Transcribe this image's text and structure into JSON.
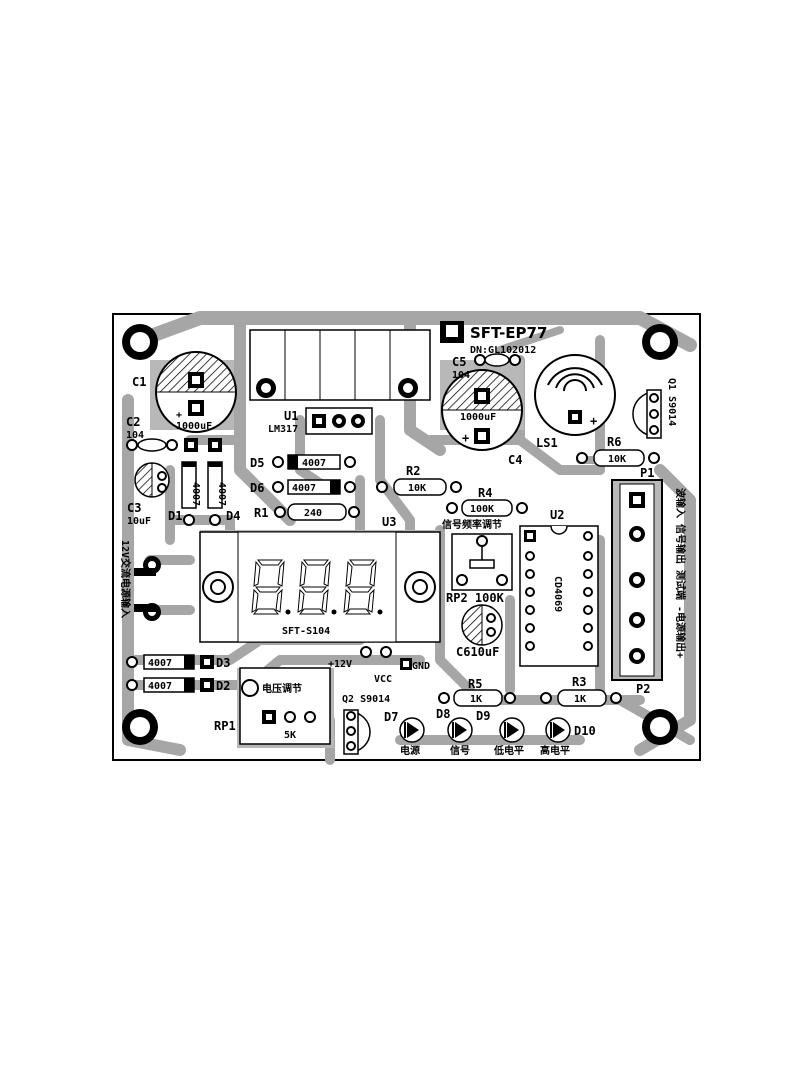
{
  "title": {
    "model": "SFT-EP77",
    "dn": "DN:GL102012"
  },
  "components": {
    "c1": {
      "ref": "C1",
      "value": "1000uF"
    },
    "c2": {
      "ref": "C2",
      "value": "104"
    },
    "c3": {
      "ref": "C3",
      "value": "10uF"
    },
    "c4": {
      "ref": "C4",
      "value": "1000uF"
    },
    "c5": {
      "ref": "C5",
      "value": "104"
    },
    "c6": {
      "ref": "C6",
      "value": "10uF"
    },
    "u1": {
      "ref": "U1",
      "value": "LM317"
    },
    "u2": {
      "ref": "U2",
      "value": "CD4069"
    },
    "u3": {
      "ref": "U3",
      "value": "SFT-S104"
    },
    "d1": {
      "ref": "D1",
      "value": "4007"
    },
    "d2": {
      "ref": "D2",
      "value": "4007"
    },
    "d3": {
      "ref": "D3",
      "value": "4007"
    },
    "d4": {
      "ref": "D4",
      "value": "4007"
    },
    "d5": {
      "ref": "D5",
      "value": "4007"
    },
    "d6": {
      "ref": "D6",
      "value": "4007"
    },
    "d7": {
      "ref": "D7",
      "label": "电源"
    },
    "d8": {
      "ref": "D8",
      "label": "信号"
    },
    "d9": {
      "ref": "D9",
      "label": "低电平"
    },
    "d10": {
      "ref": "D10",
      "label": "高电平"
    },
    "r1": {
      "ref": "R1",
      "value": "240"
    },
    "r2": {
      "ref": "R2",
      "value": "10K"
    },
    "r3": {
      "ref": "R3",
      "value": "1K"
    },
    "r4": {
      "ref": "R4",
      "value": "100K"
    },
    "r5": {
      "ref": "R5",
      "value": "1K"
    },
    "r6": {
      "ref": "R6",
      "value": "10K"
    },
    "rp1": {
      "ref": "RP1",
      "value": "5K",
      "label": "电压调节"
    },
    "rp2": {
      "ref": "RP2",
      "value": "100K",
      "label": "信号频率调节"
    },
    "q1": {
      "ref": "Q1",
      "value": "S9014"
    },
    "q2": {
      "ref": "Q2",
      "value": "S9014"
    },
    "ls1": {
      "ref": "LS1"
    },
    "p1": {
      "ref": "P1"
    },
    "p2": {
      "ref": "P2"
    }
  },
  "labels": {
    "ac_input": "12V交流电源输入",
    "right_side": "波输入 信号输出 测试端 -电源输出+",
    "plus12v": "+12V",
    "vcc": "VCC",
    "gnd": "GND",
    "plus": "+"
  }
}
